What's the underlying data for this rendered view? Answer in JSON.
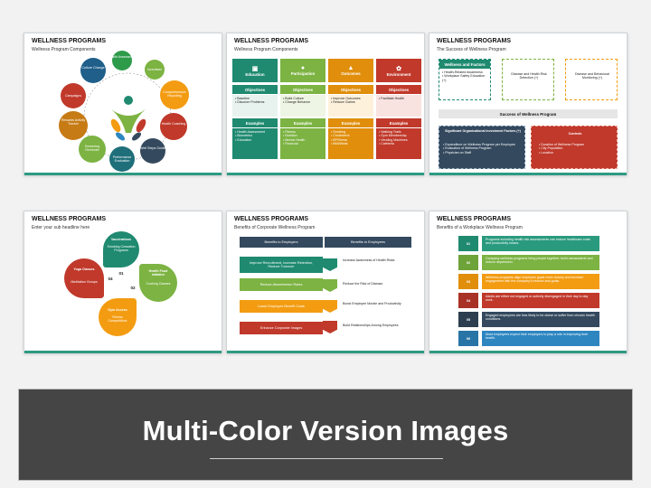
{
  "slides": [
    {
      "title": "WELLNESS PROGRAMS",
      "subtitle": "Wellness Program Components",
      "items": [
        "Health Assessment",
        "Incentives",
        "Comprehensive Reporting",
        "Health Coaching",
        "Well Steps Guide",
        "Performance Evaluation",
        "Screening Reminder",
        "Rewards Activity Tracker",
        "Campaigns",
        "Culture Change"
      ]
    },
    {
      "title": "WELLNESS PROGRAMS",
      "subtitle": "Wellness Program Components",
      "columns": [
        {
          "header": "Education",
          "objectives": "Objectives",
          "obj_items": "• Baseline\n• Discover Problems",
          "examples": "Examples",
          "ex_items": "• Health Assessment\n• Biometrics\n• Education"
        },
        {
          "header": "Participation",
          "objectives": "Objectives",
          "obj_items": "• Build Culture\n• Change Behavior",
          "examples": "Examples",
          "ex_items": "• Fitness\n• Nutrition\n• Mental Health\n• Financial"
        },
        {
          "header": "Outcomes",
          "objectives": "Objectives",
          "obj_items": "• Improve Outcomes\n• Reduce Claims",
          "examples": "Examples",
          "ex_items": "• Smoking\n• Cholesterol\n• BP/Stress\n• BMI/Waist"
        },
        {
          "header": "Environment",
          "objectives": "Objectives",
          "obj_items": "• Facilitate Health",
          "examples": "Examples",
          "ex_items": "• Walking Trails\n• Gym Membership\n• Vending Machines\n• Cafeteria"
        }
      ]
    },
    {
      "title": "WELLNESS PROGRAMS",
      "subtitle": "The Success of Wellness Program",
      "top": [
        {
          "head": "Wellness and Factors",
          "body": "• Health-Related Awareness\n• Workplace Safety Education (+)"
        },
        {
          "head": "",
          "body": "Disease and Health Risk Detection (+)"
        },
        {
          "head": "",
          "body": "Disease and Behavioral Monitoring (+)"
        }
      ],
      "center": "Success of Wellness Program",
      "bottom": [
        {
          "head": "Significant Organizational Investment Factors (+)",
          "body": "• Expenditure on Wellness Program per Employee\n• Evaluation of Wellness Program\n• Physician on Staff"
        },
        {
          "head": "Controls",
          "body": "• Duration of Wellness Program\n• City Population\n• Location"
        }
      ]
    },
    {
      "title": "WELLNESS PROGRAMS",
      "subtitle": "Enter your sub headline here",
      "petals": [
        {
          "head": "Vaccinations",
          "body": "Smoking Cessation Programs",
          "num": "01"
        },
        {
          "head": "Health Food Initiative",
          "body": "Cooking Classes",
          "num": "02"
        },
        {
          "head": "Gym Access",
          "body": "Fitness Competitions",
          "num": "03"
        },
        {
          "head": "Yoga Classes",
          "body": "Meditation Groups",
          "num": "04"
        }
      ]
    },
    {
      "title": "WELLNESS PROGRAMS",
      "subtitle": "Benefits of Corporate Wellness Program",
      "left_head": "Benefits to Employers",
      "right_head": "Benefits to Employees",
      "rows": [
        {
          "left": "Improve Recruitment, Increase Retention, Reduce Turnover",
          "right": "Increase Awareness of Health Risks"
        },
        {
          "left": "Reduce Absenteeism Rates",
          "right": "Reduce the Risk of Disease"
        },
        {
          "left": "Lower Employee Benefit Costs",
          "right": "Boost Employee Morale and Productivity"
        },
        {
          "left": "Enhance Corporate Images",
          "right": "Build Relationships Among Employees"
        }
      ]
    },
    {
      "title": "WELLNESS PROGRAMS",
      "subtitle": "Benefits of a Workplace Wellness Program",
      "items": [
        {
          "num": "01",
          "text": "Programs including health risk assessments can reduce healthcare costs and productivity losses."
        },
        {
          "num": "02",
          "text": "Company wellness programs bring people together, build camaraderie and reduce depression."
        },
        {
          "num": "03",
          "text": "Wellness programs align employee goals more closely and increase engagement with the company's mission and goals."
        },
        {
          "num": "04",
          "text": "Adults are either not engaged or actively disengaged in their day to day work."
        },
        {
          "num": "05",
          "text": "Engaged employees are less likely to be obese or suffer from chronic health conditions."
        },
        {
          "num": "06",
          "text": "Most employees expect their employers to play a role in improving their health."
        }
      ]
    }
  ],
  "banner": {
    "text": "Multi-Color Version Images"
  },
  "colors": {
    "teal": "#1f8a70",
    "green": "#7cb342",
    "orange": "#f39c12",
    "red": "#c0392b",
    "navy": "#34495e",
    "blue": "#2e86c1"
  }
}
